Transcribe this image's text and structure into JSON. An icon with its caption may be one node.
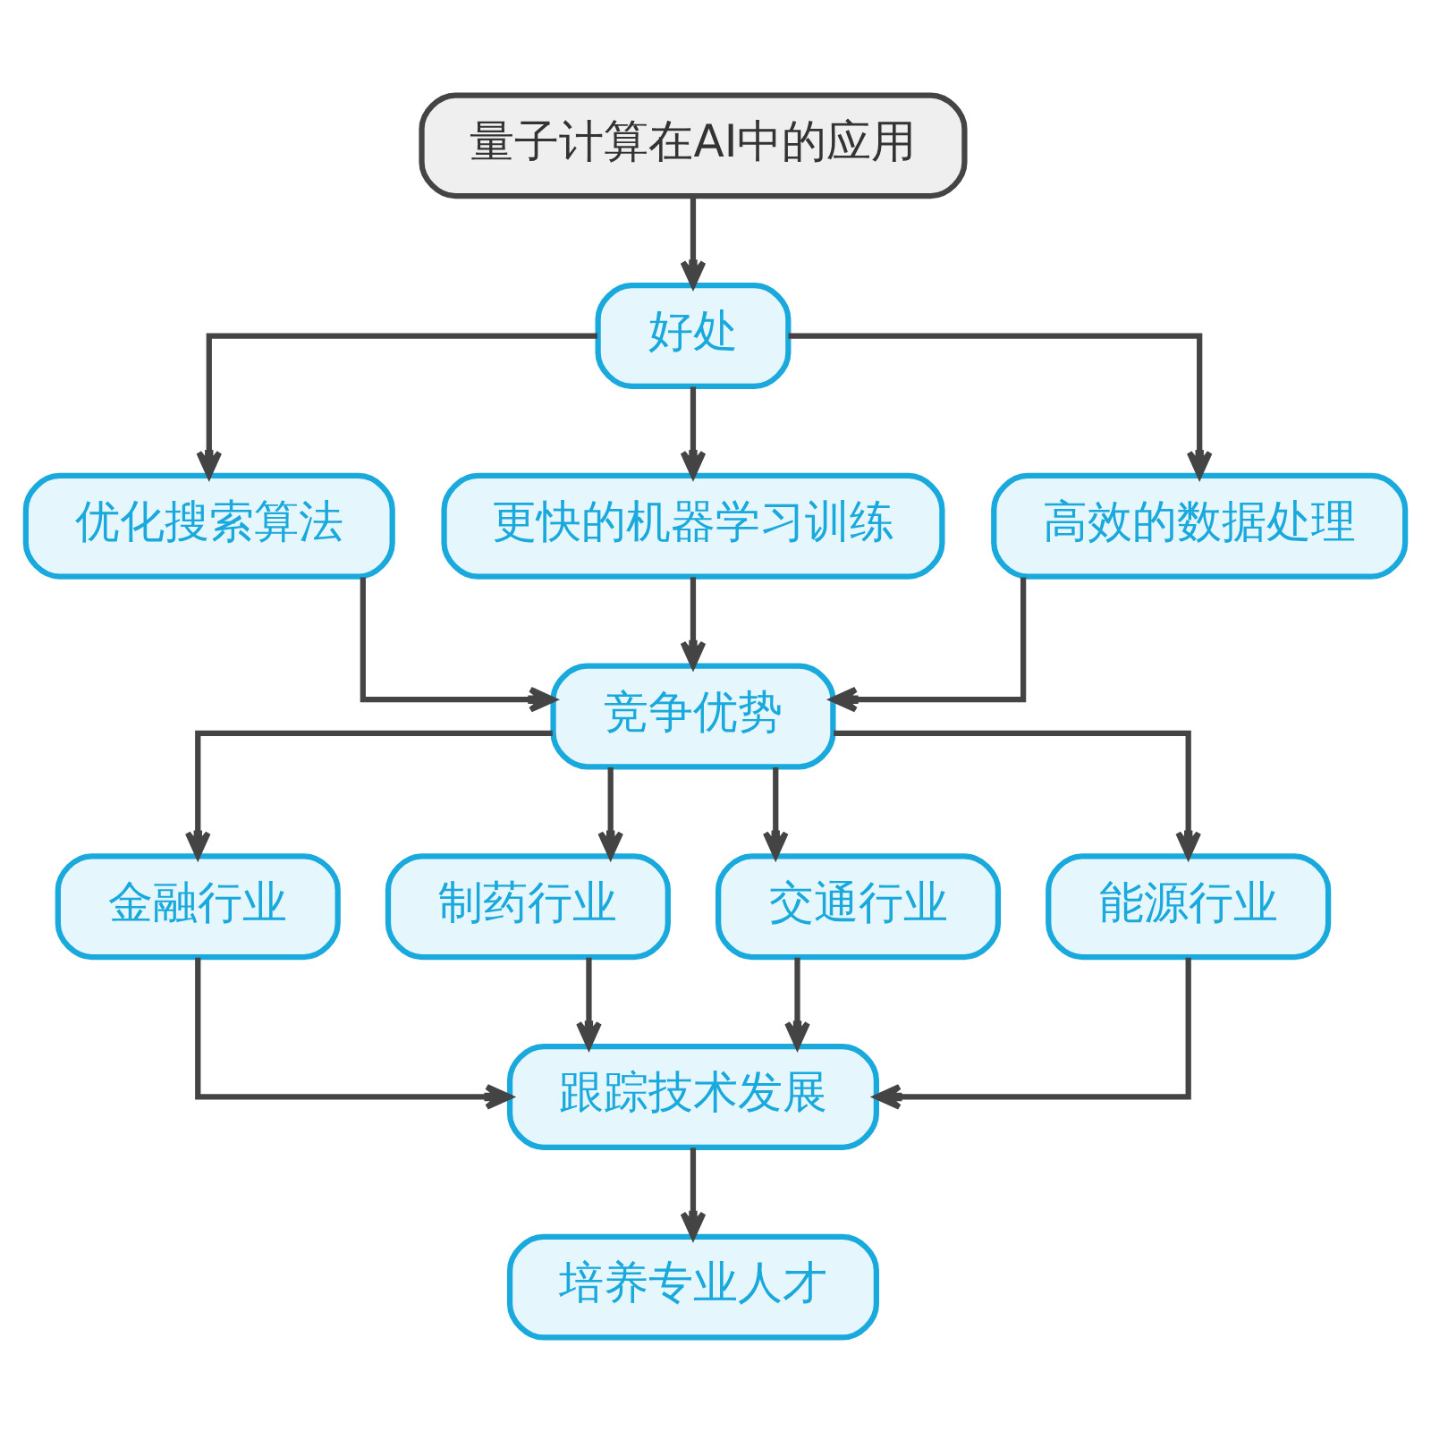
{
  "diagram": {
    "nodes": [
      {
        "text": [
          "量子计算在AI中的应用"
        ]
      },
      {
        "text": [
          "好处"
        ]
      },
      {
        "text": [
          "优化搜索算法"
        ]
      },
      {
        "text": [
          "更快的机器学习训练"
        ]
      },
      {
        "text": [
          "高效的数据处理"
        ]
      },
      {
        "text": [
          "竞争优势"
        ]
      },
      {
        "text": [
          "金融行业"
        ]
      },
      {
        "text": [
          "制药行业"
        ]
      },
      {
        "text": [
          "交通行业"
        ]
      },
      {
        "text": [
          "能源行业"
        ]
      },
      {
        "text": [
          "跟踪技术发展"
        ]
      },
      {
        "text": [
          "培养专业人才"
        ]
      }
    ],
    "edges": [
      {
        "from": 0,
        "to": 1,
        "arrow": "to"
      },
      {
        "from": 1,
        "to": 2,
        "arrow": "to"
      },
      {
        "from": 1,
        "to": 3,
        "arrow": "to"
      },
      {
        "from": 1,
        "to": 4,
        "arrow": "to"
      },
      {
        "from": 2,
        "to": 5,
        "arrow": "to"
      },
      {
        "from": 3,
        "to": 5,
        "arrow": "to"
      },
      {
        "from": 4,
        "to": 5,
        "arrow": "to"
      },
      {
        "from": 5,
        "to": 6,
        "arrow": "to"
      },
      {
        "from": 5,
        "to": 7,
        "arrow": "to"
      },
      {
        "from": 5,
        "to": 8,
        "arrow": "to"
      },
      {
        "from": 5,
        "to": 9,
        "arrow": "to"
      },
      {
        "from": 6,
        "to": 10,
        "arrow": "to"
      },
      {
        "from": 7,
        "to": 10,
        "arrow": "to"
      },
      {
        "from": 8,
        "to": 10,
        "arrow": "to"
      },
      {
        "from": 9,
        "to": 10,
        "arrow": "to"
      },
      {
        "from": 10,
        "to": 11,
        "arrow": "to"
      }
    ]
  }
}
